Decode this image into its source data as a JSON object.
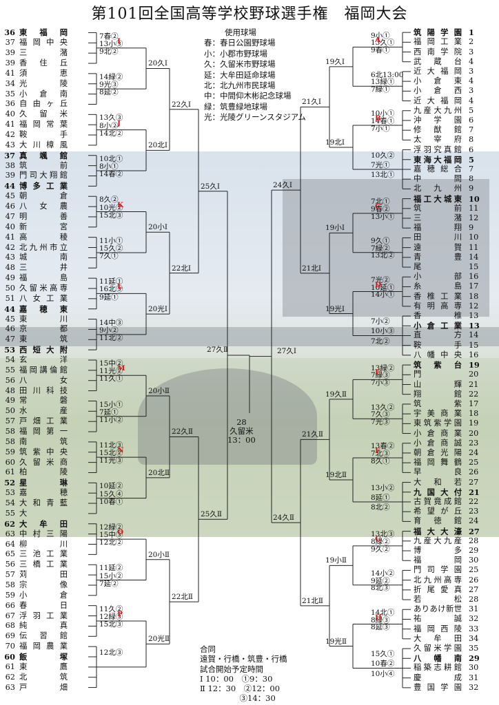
{
  "title": "第101回全国高等学校野球選手権　福岡大会",
  "venues": {
    "title": "使用球場",
    "items": [
      "春：春日公園野球場",
      "小：小郡市野球場",
      "久：久留米市野球場",
      "延：大牟田延命球場",
      "北：北九州市民球場",
      "中：中間仰木彬記念球場",
      "緑：筑豊緑地球場",
      "光：光陵グリーンスタジアム"
    ]
  },
  "left_teams": [
    {
      "num": "36",
      "name": "東福岡",
      "seed": true
    },
    {
      "num": "37",
      "name": "福岡中央",
      "seed": false
    },
    {
      "num": "39",
      "name": "三潴",
      "seed": false
    },
    {
      "num": "39",
      "name": "香住丘",
      "seed": false
    },
    {
      "num": "41",
      "name": "須恵",
      "seed": false
    },
    {
      "num": "34",
      "name": "光陵",
      "seed": false
    },
    {
      "num": "35",
      "name": "小倉南",
      "seed": false
    },
    {
      "num": "36",
      "name": "自由ヶ丘",
      "seed": false
    },
    {
      "num": "40",
      "name": "久留米",
      "seed": false
    },
    {
      "num": "41",
      "name": "福岡常葉",
      "seed": false
    },
    {
      "num": "42",
      "name": "鞍手",
      "seed": false
    },
    {
      "num": "43",
      "name": "大川樟風",
      "seed": false
    },
    {
      "num": "37",
      "name": "真颯館",
      "seed": true
    },
    {
      "num": "38",
      "name": "筑前",
      "seed": false
    },
    {
      "num": "39",
      "name": "門司大翔館",
      "seed": false
    },
    {
      "num": "44",
      "name": "博多工業",
      "seed": true
    },
    {
      "num": "45",
      "name": "朝倉",
      "seed": false
    },
    {
      "num": "46",
      "name": "八女農",
      "seed": false
    },
    {
      "num": "47",
      "name": "明善",
      "seed": false
    },
    {
      "num": "40",
      "name": "新宮",
      "seed": false
    },
    {
      "num": "41",
      "name": "高稜",
      "seed": false
    },
    {
      "num": "42",
      "name": "北九州市立",
      "seed": false
    },
    {
      "num": "43",
      "name": "城南",
      "seed": false
    },
    {
      "num": "48",
      "name": "三井",
      "seed": false
    },
    {
      "num": "49",
      "name": "福島",
      "seed": false
    },
    {
      "num": "50",
      "name": "久留米高専",
      "seed": false
    },
    {
      "num": "51",
      "name": "八女工業",
      "seed": false
    },
    {
      "num": "44",
      "name": "嘉穂東",
      "seed": true
    },
    {
      "num": "45",
      "name": "東川",
      "seed": false
    },
    {
      "num": "46",
      "name": "京都",
      "seed": false
    },
    {
      "num": "47",
      "name": "東筑",
      "seed": false
    },
    {
      "num": "53",
      "name": "西短大附",
      "seed": true
    },
    {
      "num": "54",
      "name": "玄洋",
      "seed": false
    },
    {
      "num": "55",
      "name": "福岡講倫館",
      "seed": false
    },
    {
      "num": "56",
      "name": "八女",
      "seed": false
    },
    {
      "num": "48",
      "name": "田川科技",
      "seed": false
    },
    {
      "num": "49",
      "name": "常磐",
      "seed": false
    },
    {
      "num": "50",
      "name": "水産",
      "seed": false
    },
    {
      "num": "57",
      "name": "戸畑工業",
      "seed": false
    },
    {
      "num": "58",
      "name": "福岡第一",
      "seed": false
    },
    {
      "num": "58",
      "name": "南筑",
      "seed": false
    },
    {
      "num": "59",
      "name": "筑紫中央",
      "seed": false
    },
    {
      "num": "60",
      "name": "久留米商",
      "seed": false
    },
    {
      "num": "61",
      "name": "柏陵",
      "seed": false
    },
    {
      "num": "52",
      "name": "星琳",
      "seed": true
    },
    {
      "num": "53",
      "name": "嘉穂",
      "seed": false
    },
    {
      "num": "54",
      "name": "大和青藍",
      "seed": false
    },
    {
      "num": "55",
      "name": "大",
      "seed": false
    },
    {
      "num": "62",
      "name": "大牟田",
      "seed": true
    },
    {
      "num": "63",
      "name": "中村三陽",
      "seed": false
    },
    {
      "num": "64",
      "name": "柳川",
      "seed": false
    },
    {
      "num": "65",
      "name": "三池工業",
      "seed": false
    },
    {
      "num": "56",
      "name": "三橋工業",
      "seed": false
    },
    {
      "num": "57",
      "name": "苅田",
      "seed": false
    },
    {
      "num": "58",
      "name": "宗像",
      "seed": false
    },
    {
      "num": "59",
      "name": "小倉",
      "seed": false
    },
    {
      "num": "66",
      "name": "春日",
      "seed": false
    },
    {
      "num": "67",
      "name": "浮羽工業",
      "seed": false
    },
    {
      "num": "68",
      "name": "純真",
      "seed": false
    },
    {
      "num": "69",
      "name": "伝習館",
      "seed": false
    },
    {
      "num": "70",
      "name": "福岡農業",
      "seed": false
    },
    {
      "num": "60",
      "name": "飯塚",
      "seed": true
    },
    {
      "num": "61",
      "name": "東鷹",
      "seed": false
    },
    {
      "num": "62",
      "name": "北筑",
      "seed": false
    },
    {
      "num": "63",
      "name": "戸畑",
      "seed": false
    }
  ],
  "right_teams": [
    {
      "num": "1",
      "name": "筑陽学園",
      "seed": true
    },
    {
      "num": "2",
      "name": "福岡工業",
      "seed": false
    },
    {
      "num": "3",
      "name": "西南学院",
      "seed": false
    },
    {
      "num": "4",
      "name": "武蔵台",
      "seed": false
    },
    {
      "num": "3",
      "name": "近大福岡",
      "seed": false
    },
    {
      "num": "4",
      "name": "小倉東",
      "seed": false
    },
    {
      "num": "3",
      "name": "小倉西",
      "seed": false
    },
    {
      "num": "4",
      "name": "近大福岡",
      "seed": false
    },
    {
      "num": "5",
      "name": "九産大九州",
      "seed": false
    },
    {
      "num": "6",
      "name": "沖学園",
      "seed": false
    },
    {
      "num": "7",
      "name": "修猷館",
      "seed": false
    },
    {
      "num": "8",
      "name": "太宰府",
      "seed": false
    },
    {
      "num": "6",
      "name": "浮羽究真館",
      "seed": false
    },
    {
      "num": "5",
      "name": "東海大福岡",
      "seed": true
    },
    {
      "num": "7",
      "name": "嘉穂総合",
      "seed": false
    },
    {
      "num": "8",
      "name": "中間",
      "seed": false
    },
    {
      "num": "9",
      "name": "北九州",
      "seed": false
    },
    {
      "num": "10",
      "name": "福工大城東",
      "seed": true
    },
    {
      "num": "11",
      "name": "筑前",
      "seed": false
    },
    {
      "num": "12",
      "name": "三潴",
      "seed": false
    },
    {
      "num": "9",
      "name": "福翔",
      "seed": false
    },
    {
      "num": "10",
      "name": "田川",
      "seed": false
    },
    {
      "num": "11",
      "name": "遠賀",
      "seed": false
    },
    {
      "num": "14",
      "name": "青豊",
      "seed": false
    },
    {
      "num": "15",
      "name": "尾",
      "seed": false
    },
    {
      "num": "16",
      "name": "小部",
      "seed": false
    },
    {
      "num": "17",
      "name": "糸島",
      "seed": false
    },
    {
      "num": "18",
      "name": "香椎工業",
      "seed": false
    },
    {
      "num": "12",
      "name": "有明高専",
      "seed": false
    },
    {
      "num": "13",
      "name": "香椎",
      "seed": false
    },
    {
      "num": "13",
      "name": "小倉工業",
      "seed": true
    },
    {
      "num": "14",
      "name": "直方",
      "seed": false
    },
    {
      "num": "15",
      "name": "鞍手",
      "seed": false
    },
    {
      "num": "16",
      "name": "八幡中央",
      "seed": false
    },
    {
      "num": "19",
      "name": "筑紫台",
      "seed": true
    },
    {
      "num": "20",
      "name": "門",
      "seed": false
    },
    {
      "num": "21",
      "name": "山輝",
      "seed": false
    },
    {
      "num": "22",
      "name": "翔館",
      "seed": false
    },
    {
      "num": "17",
      "name": "筑紫",
      "seed": false
    },
    {
      "num": "18",
      "name": "宇美商業",
      "seed": false
    },
    {
      "num": "19",
      "name": "東筑紫学園",
      "seed": false
    },
    {
      "num": "20",
      "name": "小倉商業",
      "seed": false
    },
    {
      "num": "23",
      "name": "小倉商誠",
      "seed": false
    },
    {
      "num": "24",
      "name": "朝倉光陽",
      "seed": false
    },
    {
      "num": "25",
      "name": "福岡舞鶴",
      "seed": false
    },
    {
      "num": "26",
      "name": "早良",
      "seed": false
    },
    {
      "num": "27",
      "name": "大和若",
      "seed": false
    },
    {
      "num": "21",
      "name": "九国大付",
      "seed": true
    },
    {
      "num": "22",
      "name": "古賀竟成館",
      "seed": false
    },
    {
      "num": "23",
      "name": "希望が丘",
      "seed": false
    },
    {
      "num": "24",
      "name": "育徳館",
      "seed": false
    },
    {
      "num": "27",
      "name": "福大大濠",
      "seed": true
    },
    {
      "num": "28",
      "name": "九産大九産",
      "seed": false
    },
    {
      "num": "29",
      "name": "博多",
      "seed": false
    },
    {
      "num": "30",
      "name": "福岡",
      "seed": false
    },
    {
      "num": "25",
      "name": "門司学園",
      "seed": false
    },
    {
      "num": "26",
      "name": "北九州高専",
      "seed": false
    },
    {
      "num": "27",
      "name": "折尾愛真",
      "seed": false
    },
    {
      "num": "28",
      "name": "若松",
      "seed": false
    },
    {
      "num": "31",
      "name": "ありあけ新世",
      "seed": false
    },
    {
      "num": "32",
      "name": "祐誠",
      "seed": false
    },
    {
      "num": "33",
      "name": "福岡西陵",
      "seed": false
    },
    {
      "num": "34",
      "name": "大牟田",
      "seed": false
    },
    {
      "num": "35",
      "name": "久留米学園",
      "seed": false
    },
    {
      "num": "29",
      "name": "八幡南",
      "seed": true
    },
    {
      "num": "30",
      "name": "稲築志耕館",
      "seed": false
    },
    {
      "num": "31",
      "name": "慶成",
      "seed": false
    },
    {
      "num": "32",
      "name": "豊国学園",
      "seed": false
    }
  ],
  "left_games": [
    "7春②",
    "13小③",
    "9北②",
    "14緑②",
    "9光③",
    "8延②",
    "13久③",
    "8小②",
    "14北②",
    "10北①",
    "8小①",
    "14春②",
    "8久②",
    "10光②",
    "15北③",
    "11小①",
    "15久②",
    "7久①",
    "11延①",
    "16北③",
    "9延①",
    "14中③",
    "9小②",
    "11北②",
    "15中②",
    "11光②",
    "11久①",
    "15小①",
    "7延①",
    "11小②",
    "11北③",
    "15北②",
    "11光③",
    "10延②",
    "15久④",
    "10春①",
    "12緑②",
    "15中③",
    "12北②",
    "11延②",
    "15小②",
    "7延②",
    "11久②",
    "12緑③",
    "15北③",
    "12北③"
  ],
  "left_round2": [
    "20久Ⅰ",
    "20北Ⅰ",
    "20小Ⅰ",
    "20光Ⅰ",
    "20小Ⅱ",
    "20北Ⅱ",
    "20小Ⅱ",
    "20光Ⅱ"
  ],
  "left_round3": [
    "22久Ⅰ",
    "22北Ⅰ",
    "22久Ⅱ",
    "22北Ⅱ"
  ],
  "left_round4": [
    "25久Ⅰ",
    "25久Ⅱ"
  ],
  "left_semi": "27久Ⅱ",
  "right_games": [
    "9小①",
    "13久①",
    "9春①",
    "6北13:00",
    "13緑①",
    "7緑①",
    "10小①",
    "14春①",
    "7小①",
    "10久②",
    "7光①",
    "13北①",
    "7北①",
    "9春②",
    "13小①",
    "9久①",
    "7緑②",
    "13北②",
    "7光②",
    "10延①",
    "14小①",
    "7小②",
    "10小③",
    "7北②",
    "13緑②",
    "7緑③",
    "7小③",
    "13久②",
    "7久③",
    "7光③",
    "13春②",
    "7北③",
    "8久①",
    "13小②",
    "8延①",
    "8北②",
    "13北③",
    "8緑②",
    "9久②",
    "14小②",
    "9延②",
    "8北③",
    "14北①",
    "8緑③",
    "8延③",
    "15久①",
    "10春②",
    "10小④",
    "14緑①",
    "9光②"
  ],
  "right_round2": [
    "19久Ⅰ",
    "19北Ⅰ",
    "19小Ⅰ",
    "19光Ⅰ",
    "19久Ⅱ",
    "19北Ⅱ",
    "19小Ⅱ",
    "19光Ⅱ"
  ],
  "right_round3": [
    "21久Ⅰ",
    "21北Ⅰ",
    "21久Ⅱ",
    "21北Ⅱ"
  ],
  "right_round4": [
    "24久Ⅰ",
    "24久Ⅱ"
  ],
  "right_semi": "27久Ⅰ",
  "final": {
    "num": "28",
    "venue": "久留米",
    "time": "13：00"
  },
  "blocks_left": [
    "I",
    "J",
    "K",
    "L",
    "M",
    "N",
    "O",
    "P"
  ],
  "blocks_right": [
    "A",
    "B",
    "C",
    "D",
    "E",
    "F",
    "G",
    "H"
  ],
  "notes": {
    "joint_title": "合同",
    "joint": "遠賀・行橋・筑豊・行橋",
    "times_title": "試合開始予定時間",
    "times": [
      "Ⅰ 10：00　①9：30",
      "Ⅱ 12：30　②12：00",
      "　　　　　③14：30"
    ]
  },
  "colors": {
    "red": "#d01818",
    "blue": "#1a3fc6"
  }
}
